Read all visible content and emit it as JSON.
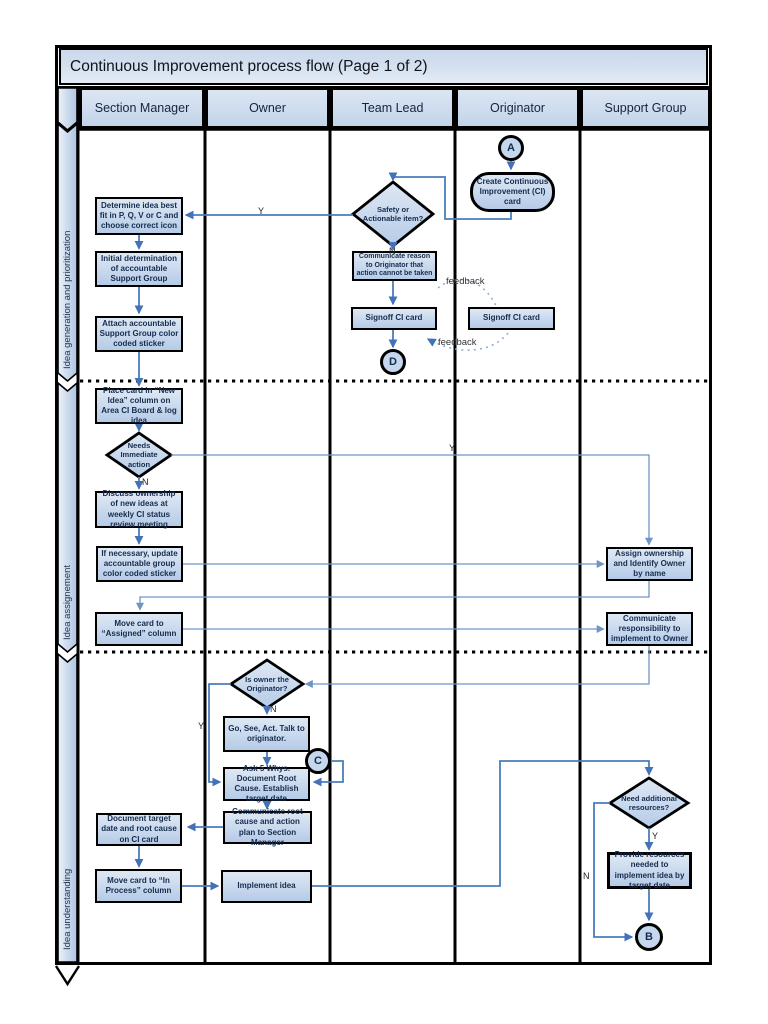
{
  "title": "Continuous Improvement process flow (Page 1 of 2)",
  "columns": [
    "Section Manager",
    "Owner",
    "Team Lead",
    "Originator",
    "Support Group"
  ],
  "lanes": [
    "Idea generation and prioritization",
    "Idea assignement",
    "Idea understanding"
  ],
  "nodes": {
    "determine": "Determine idea best fit in P, Q, V or C and choose correct icon",
    "initial": "Initial determination of accountable Support Group",
    "attach": "Attach accountable Support Group color coded sticker",
    "place": "Place card  in “New Idea” column on Area CI Board & log idea",
    "needs": "Needs Immediate action",
    "discuss": "Discuss ownership of new ideas at weekly CI status review meeting",
    "if_necessary": "If necessary, update accountable  group color coded sticker",
    "move_assigned": "Move card to “Assigned” column",
    "doc_target": "Document target date and root cause on CI card",
    "move_inprocess": "Move card to “In Process” column",
    "is_owner": "Is owner the Originator?",
    "go_see_act": "Go, See, Act.  Talk to originator.",
    "ask5": "Ask 5 Whys. Document Root Cause. Establish target date",
    "comm_root": "Communicate root cause and action plan to Section Manager",
    "implement": "Implement idea",
    "safety": "Safety or Actionable item?",
    "comm_reason": "Communicate reason to Originator that action cannot be taken",
    "signoff_tl": "Signoff CI card",
    "signoff_orig": "Signoff CI card",
    "create_ci": "Create Continuous Improvement (CI) card",
    "assign": "Assign ownership and Identify Owner by name",
    "comm_resp": "Communicate responsibility to implement to Owner",
    "need_res": "Need additional resources?",
    "provide": "Provide resources needed to implement idea by target date"
  },
  "connectors": {
    "a": "A",
    "b": "B",
    "c": "C",
    "d": "D"
  },
  "labels": {
    "yes": "Y",
    "no": "N",
    "feedback": "feedback"
  },
  "colors": {
    "accent": "#4a7ebc",
    "node_fill_top": "#dee8f4",
    "node_fill_bottom": "#b6cbe7",
    "border": "#000000"
  }
}
